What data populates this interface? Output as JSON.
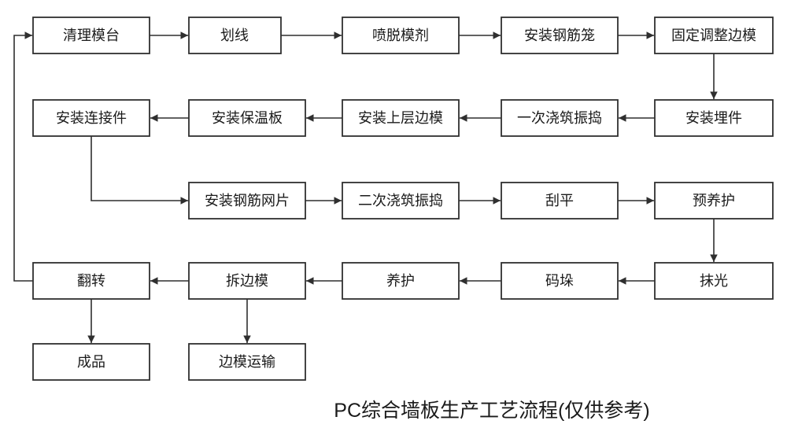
{
  "title": "PC综合墙板生产工艺流程(仅供参考)",
  "colors": {
    "background": "#ffffff",
    "line": "#2f2f2f",
    "text": "#1a1a1a"
  },
  "nodes": [
    {
      "id": "clean-mold-table",
      "label": "清理模台"
    },
    {
      "id": "marking",
      "label": "划线"
    },
    {
      "id": "spray-release-agent",
      "label": "喷脱模剂"
    },
    {
      "id": "install-rebar-cage",
      "label": "安装钢筋笼"
    },
    {
      "id": "fix-adjust-side-mold",
      "label": "固定调整边模"
    },
    {
      "id": "install-embedded-parts",
      "label": "安装埋件"
    },
    {
      "id": "first-pour-vibrate",
      "label": "一次浇筑振捣"
    },
    {
      "id": "install-upper-side-mold",
      "label": "安装上层边模"
    },
    {
      "id": "install-insulation-board",
      "label": "安装保温板"
    },
    {
      "id": "install-connectors",
      "label": "安装连接件"
    },
    {
      "id": "install-rebar-mesh",
      "label": "安装钢筋网片"
    },
    {
      "id": "second-pour-vibrate",
      "label": "二次浇筑振捣"
    },
    {
      "id": "screed-flat",
      "label": "刮平"
    },
    {
      "id": "pre-curing",
      "label": "预养护"
    },
    {
      "id": "trowel-finish",
      "label": "抹光"
    },
    {
      "id": "stacking",
      "label": "码垛"
    },
    {
      "id": "curing",
      "label": "养护"
    },
    {
      "id": "remove-side-mold",
      "label": "拆边模"
    },
    {
      "id": "flip",
      "label": "翻转"
    },
    {
      "id": "finished-product",
      "label": "成品"
    },
    {
      "id": "side-mold-transport",
      "label": "边模运输"
    }
  ],
  "edges": [
    {
      "from": "clean-mold-table",
      "to": "marking"
    },
    {
      "from": "marking",
      "to": "spray-release-agent"
    },
    {
      "from": "spray-release-agent",
      "to": "install-rebar-cage"
    },
    {
      "from": "install-rebar-cage",
      "to": "fix-adjust-side-mold"
    },
    {
      "from": "fix-adjust-side-mold",
      "to": "install-embedded-parts"
    },
    {
      "from": "install-embedded-parts",
      "to": "first-pour-vibrate"
    },
    {
      "from": "first-pour-vibrate",
      "to": "install-upper-side-mold"
    },
    {
      "from": "install-upper-side-mold",
      "to": "install-insulation-board"
    },
    {
      "from": "install-insulation-board",
      "to": "install-connectors"
    },
    {
      "from": "install-connectors",
      "to": "install-rebar-mesh"
    },
    {
      "from": "install-rebar-mesh",
      "to": "second-pour-vibrate"
    },
    {
      "from": "second-pour-vibrate",
      "to": "screed-flat"
    },
    {
      "from": "screed-flat",
      "to": "pre-curing"
    },
    {
      "from": "pre-curing",
      "to": "trowel-finish"
    },
    {
      "from": "trowel-finish",
      "to": "stacking"
    },
    {
      "from": "stacking",
      "to": "curing"
    },
    {
      "from": "curing",
      "to": "remove-side-mold"
    },
    {
      "from": "remove-side-mold",
      "to": "flip"
    },
    {
      "from": "flip",
      "to": "finished-product"
    },
    {
      "from": "remove-side-mold",
      "to": "side-mold-transport"
    },
    {
      "from": "flip",
      "to": "clean-mold-table"
    }
  ]
}
